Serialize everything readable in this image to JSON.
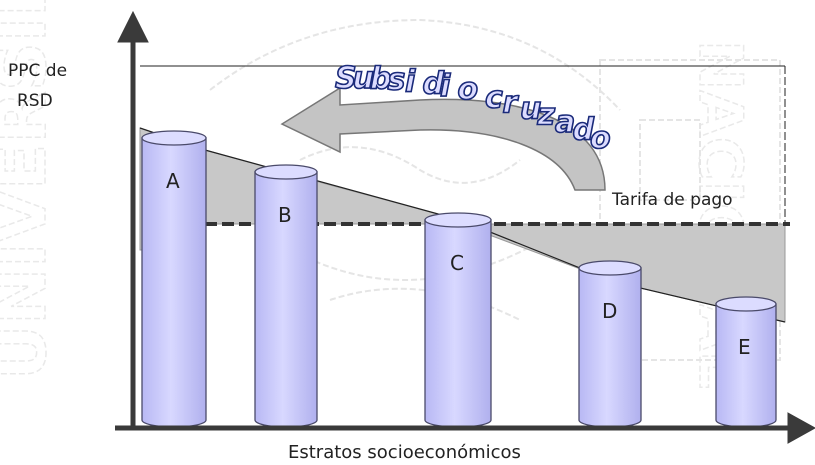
{
  "y_axis_label": [
    "PPC de",
    "RSD"
  ],
  "x_axis_label": "Estratos socioeconómicos",
  "subsidy_label": "Subsidio cruzado",
  "tariff_label": "Tarifa de pago",
  "watermark": [
    "UNIVERSIDAD",
    "NACIONAL"
  ],
  "colors": {
    "cylinder_fill": "#c8c8ff",
    "cylinder_stroke": "#4a4a6a",
    "wedge_fill": "#c8c8c8",
    "arrow_fill": "#c4c4c4",
    "tariff_line": "#333333",
    "axis": "#3a3a3a"
  },
  "strata": [
    {
      "label": "A"
    },
    {
      "label": "B"
    },
    {
      "label": "C"
    },
    {
      "label": "D"
    },
    {
      "label": "E"
    }
  ]
}
